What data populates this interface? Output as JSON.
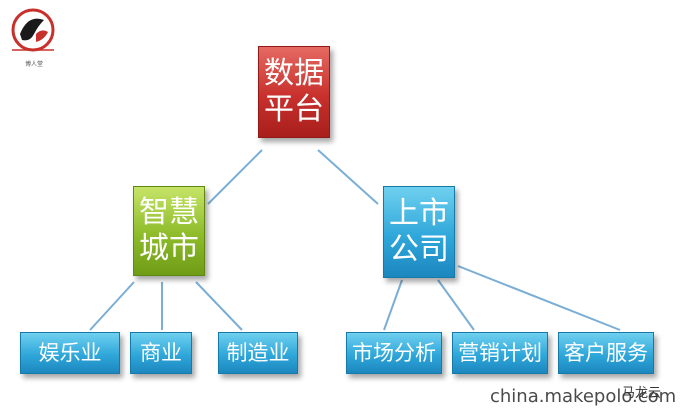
{
  "logo": {
    "subtext": "博人堂"
  },
  "root": {
    "label": "数据\n平台"
  },
  "level2": [
    {
      "label": "智慧\n城市"
    },
    {
      "label": "上市\n公司"
    }
  ],
  "leaves_left": [
    {
      "label": "娱乐业"
    },
    {
      "label": "商业"
    },
    {
      "label": "制造业"
    }
  ],
  "leaves_right": [
    {
      "label": "市场分析"
    },
    {
      "label": "营销计划"
    },
    {
      "label": "客户服务"
    }
  ],
  "watermark": "china.makepolo.com",
  "stamp": "马龙云",
  "colors": {
    "root": "#c8302c",
    "level2_left": "#8dbb2a",
    "level2_right": "#2fa7da",
    "leaves": "#2fa7da",
    "connector": "#7aaed6"
  }
}
